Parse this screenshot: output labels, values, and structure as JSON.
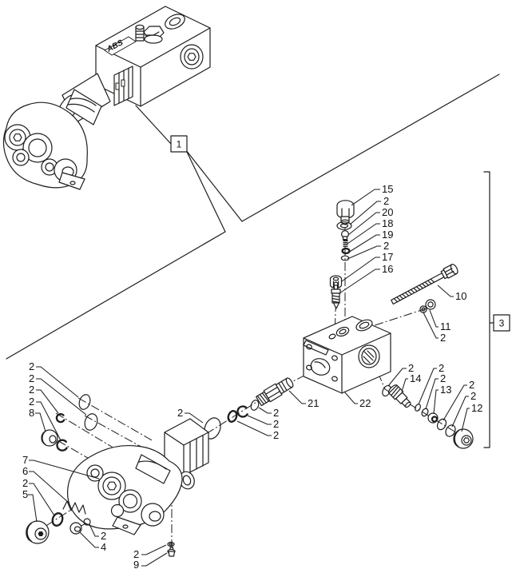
{
  "meta": {
    "description": "Exploded parts diagram of an ABS solenoid valve assembly with numbered part callouts",
    "background": "#ffffff",
    "line_color": "#1d1d1b"
  },
  "plate": {
    "text": "ABS"
  },
  "callouts": [
    {
      "kind": "view-box",
      "text": "1"
    },
    {
      "kind": "group-bracket",
      "text": "3"
    },
    {
      "kind": "part",
      "text": "15"
    },
    {
      "kind": "part",
      "text": "2"
    },
    {
      "kind": "part",
      "text": "20"
    },
    {
      "kind": "part",
      "text": "18"
    },
    {
      "kind": "part",
      "text": "19"
    },
    {
      "kind": "part",
      "text": "2"
    },
    {
      "kind": "part",
      "text": "17"
    },
    {
      "kind": "part",
      "text": "16"
    },
    {
      "kind": "part",
      "text": "10"
    },
    {
      "kind": "part",
      "text": "11"
    },
    {
      "kind": "part",
      "text": "2"
    },
    {
      "kind": "part",
      "text": "21"
    },
    {
      "kind": "part",
      "text": "22"
    },
    {
      "kind": "part",
      "text": "2"
    },
    {
      "kind": "part",
      "text": "2"
    },
    {
      "kind": "part",
      "text": "2"
    },
    {
      "kind": "part",
      "text": "2"
    },
    {
      "kind": "part",
      "text": "2"
    },
    {
      "kind": "part",
      "text": "14"
    },
    {
      "kind": "part",
      "text": "2"
    },
    {
      "kind": "part",
      "text": "2"
    },
    {
      "kind": "part",
      "text": "13"
    },
    {
      "kind": "part",
      "text": "2"
    },
    {
      "kind": "part",
      "text": "2"
    },
    {
      "kind": "part",
      "text": "12"
    },
    {
      "kind": "part",
      "text": "2"
    },
    {
      "kind": "part",
      "text": "2"
    },
    {
      "kind": "part",
      "text": "2"
    },
    {
      "kind": "part",
      "text": "2"
    },
    {
      "kind": "part",
      "text": "8"
    },
    {
      "kind": "part",
      "text": "7"
    },
    {
      "kind": "part",
      "text": "6"
    },
    {
      "kind": "part",
      "text": "2"
    },
    {
      "kind": "part",
      "text": "5"
    },
    {
      "kind": "part",
      "text": "2"
    },
    {
      "kind": "part",
      "text": "4"
    },
    {
      "kind": "part",
      "text": "2"
    },
    {
      "kind": "part",
      "text": "9"
    }
  ]
}
